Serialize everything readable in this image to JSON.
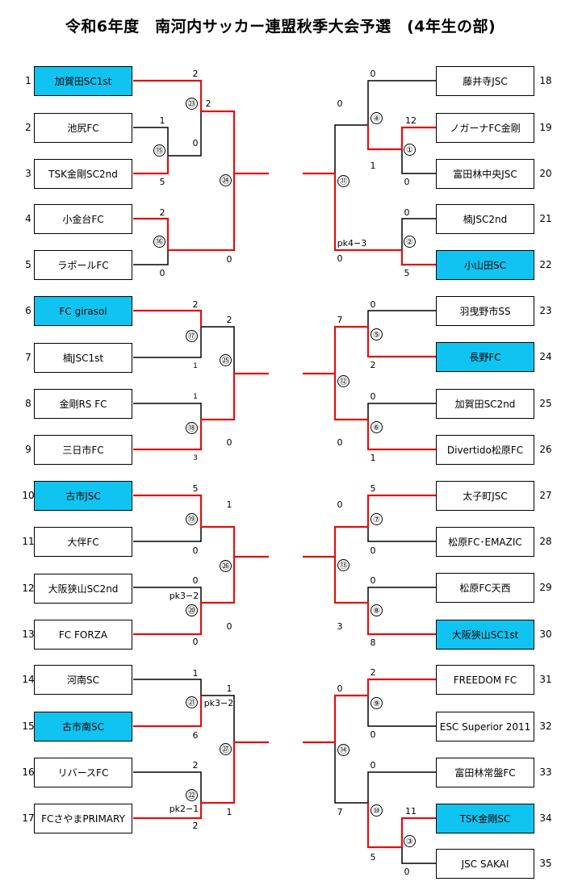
{
  "title": "令和6年度　南河内サッカー連盟秋季大会予選　(4年生の部)",
  "left_teams": [
    {
      "no": "1",
      "name": "加賀田SC1st",
      "hl": true
    },
    {
      "no": "2",
      "name": "池尻FC",
      "hl": false
    },
    {
      "no": "3",
      "name": "TSK金剛SC2nd",
      "hl": false
    },
    {
      "no": "4",
      "name": "小金台FC",
      "hl": false
    },
    {
      "no": "5",
      "name": "ラポールFC",
      "hl": false
    },
    {
      "no": "6",
      "name": "FC girasol",
      "hl": true
    },
    {
      "no": "7",
      "name": "楠JSC1st",
      "hl": false
    },
    {
      "no": "8",
      "name": "金剛RS FC",
      "hl": false
    },
    {
      "no": "9",
      "name": "三日市FC",
      "hl": false
    },
    {
      "no": "10",
      "name": "古市JSC",
      "hl": true
    },
    {
      "no": "11",
      "name": "大伴FC",
      "hl": false
    },
    {
      "no": "12",
      "name": "大阪狭山SC2nd",
      "hl": false
    },
    {
      "no": "13",
      "name": "FC FORZA",
      "hl": false
    },
    {
      "no": "14",
      "name": "河南SC",
      "hl": false
    },
    {
      "no": "15",
      "name": "古市南SC",
      "hl": true
    },
    {
      "no": "16",
      "name": "リバースFC",
      "hl": false
    },
    {
      "no": "17",
      "name": "FCさやまPRIMARY",
      "hl": false
    }
  ],
  "right_teams": [
    {
      "no": "18",
      "name": "藤井寺JSC",
      "hl": false
    },
    {
      "no": "19",
      "name": "ノガーナFC金剛",
      "hl": false
    },
    {
      "no": "20",
      "name": "富田林中央JSC",
      "hl": false
    },
    {
      "no": "21",
      "name": "楠JSC2nd",
      "hl": false
    },
    {
      "no": "22",
      "name": "小山田SC",
      "hl": true
    },
    {
      "no": "23",
      "name": "羽曳野市SS",
      "hl": false
    },
    {
      "no": "24",
      "name": "長野FC",
      "hl": true
    },
    {
      "no": "25",
      "name": "加賀田SC2nd",
      "hl": false
    },
    {
      "no": "26",
      "name": "Divertido松原FC",
      "hl": false
    },
    {
      "no": "27",
      "name": "太子町JSC",
      "hl": false
    },
    {
      "no": "28",
      "name": "松原FC･EMAZIC",
      "hl": false
    },
    {
      "no": "29",
      "name": "松原FC天西",
      "hl": false
    },
    {
      "no": "30",
      "name": "大阪狭山SC1st",
      "hl": true
    },
    {
      "no": "31",
      "name": "FREEDOM FC",
      "hl": false
    },
    {
      "no": "32",
      "name": "ESC Superior 2011",
      "hl": false
    },
    {
      "no": "33",
      "name": "富田林常盤FC",
      "hl": false
    },
    {
      "no": "34",
      "name": "TSK金剛SC",
      "hl": true
    },
    {
      "no": "35",
      "name": "JSC SAKAI",
      "hl": false
    }
  ],
  "match_labels": {
    "m1": "①",
    "m2": "②",
    "m3": "③",
    "m4": "④",
    "m5": "⑤",
    "m6": "⑥",
    "m7": "⑦",
    "m8": "⑧",
    "m9": "⑨",
    "m10": "⑩",
    "m11": "⑪",
    "m12": "⑫",
    "m13": "⑬",
    "m14": "⑭",
    "m15": "⑮",
    "m16": "⑯",
    "m17": "⑰",
    "m18": "⑱",
    "m19": "⑲",
    "m20": "⑳",
    "m21": "㉑",
    "m22": "㉒",
    "m23": "㉓",
    "m24": "㉔",
    "m25": "㉕",
    "m26": "㉖",
    "m27": "㉗"
  },
  "scores": {
    "s1": "2",
    "s2": "1",
    "s3": "5",
    "s4": "0",
    "s5": "2",
    "s6": "2",
    "s7": "0",
    "s8": "0",
    "s9": "2",
    "s10": "1",
    "s11": "1",
    "s12": "3",
    "s13": "2",
    "s14": "0",
    "s15": "5",
    "s16": "0",
    "s17": "0",
    "s18": "0",
    "s19": "1",
    "s20": "0",
    "s21": "1",
    "s22": "6",
    "s23": "2",
    "s24": "2",
    "s25": "1",
    "s26": "1",
    "s27": "0",
    "s28": "12",
    "s29": "1",
    "s30": "0",
    "s31": "0",
    "s32": "5",
    "s33": "0",
    "s34": "0",
    "s35": "0",
    "s36": "2",
    "s37": "0",
    "s38": "1",
    "s39": "7",
    "s40": "0",
    "s41": "5",
    "s42": "0",
    "s43": "0",
    "s44": "8",
    "s45": "0",
    "s46": "3",
    "s47": "2",
    "s48": "0",
    "s49": "0",
    "s50": "11",
    "s51": "0",
    "s52": "0",
    "s53": "7",
    "s54": "5"
  },
  "pk": {
    "p1": "pk3−2",
    "p2": "pk3−2",
    "p3": "pk2−1",
    "p4": "pk4−3"
  }
}
